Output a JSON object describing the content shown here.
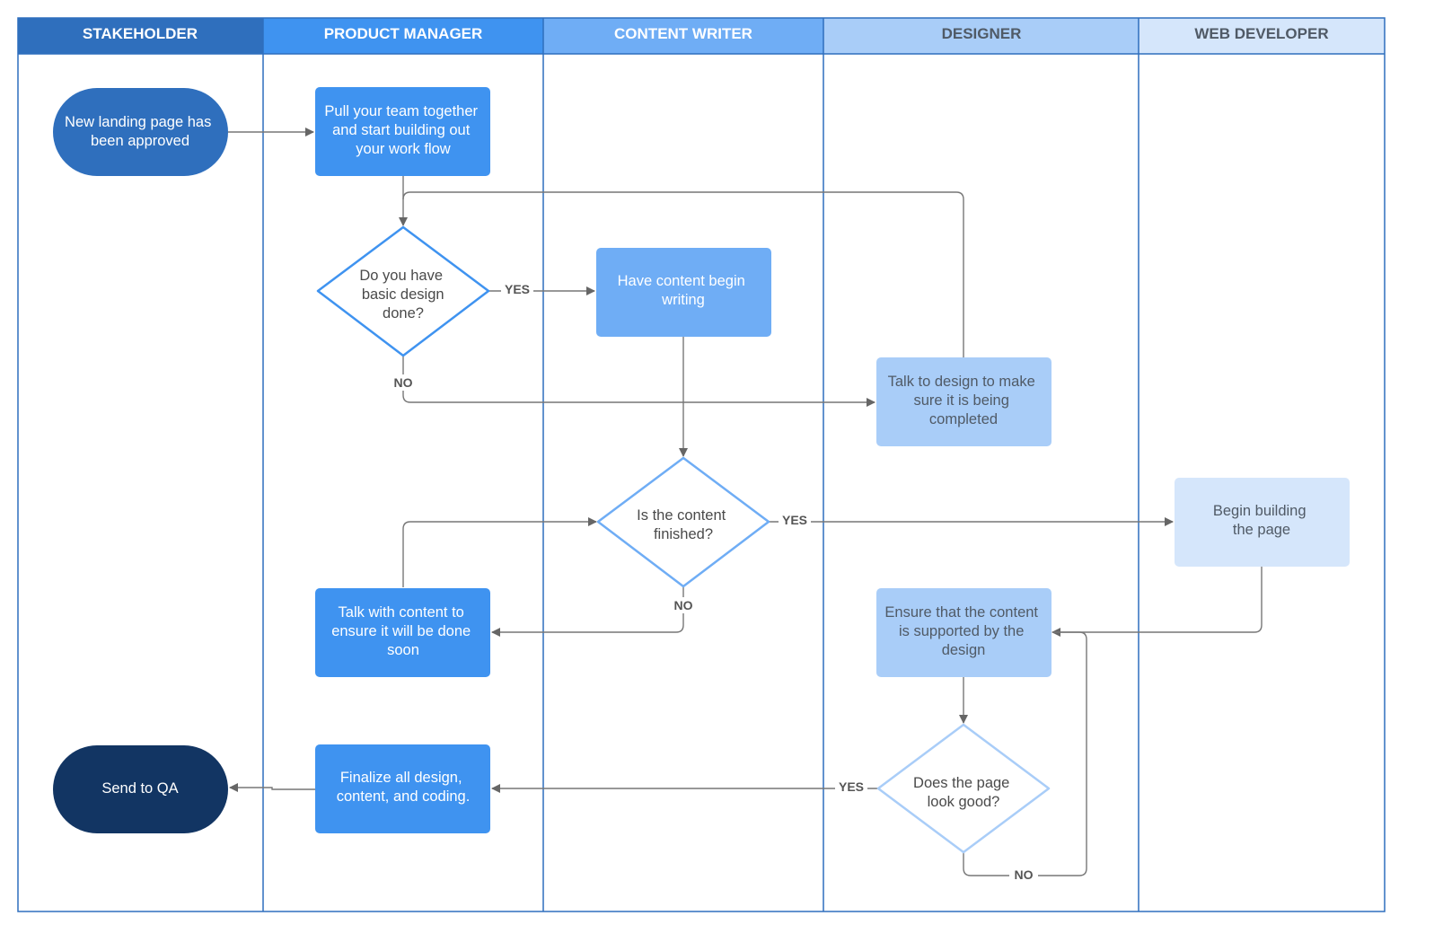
{
  "lanes": [
    {
      "title": "STAKEHOLDER",
      "color": "#2f6fbd",
      "text_color": "#ffffff"
    },
    {
      "title": "PRODUCT MANAGER",
      "color": "#3f93f0",
      "text_color": "#ffffff"
    },
    {
      "title": "CONTENT WRITER",
      "color": "#6fadf5",
      "text_color": "#ffffff"
    },
    {
      "title": "DESIGNER",
      "color": "#a9cdf8",
      "text_color": "#505a66"
    },
    {
      "title": "WEB DEVELOPER",
      "color": "#d5e6fb",
      "text_color": "#505a66"
    }
  ],
  "nodes": {
    "approved": [
      "New landing page has",
      "been approved"
    ],
    "pull_team": [
      "Pull your team together",
      "and start building out",
      "your work flow"
    ],
    "design_done": [
      "Do you have",
      "basic design",
      "done?"
    ],
    "content_writing": [
      "Have content begin",
      "writing"
    ],
    "talk_design": [
      "Talk to design to make",
      "sure it is being",
      "completed"
    ],
    "content_finished": [
      "Is the content",
      "finished?"
    ],
    "begin_building": [
      "Begin building",
      "the page"
    ],
    "talk_content": [
      "Talk with content to",
      "ensure it will be done",
      "soon"
    ],
    "ensure_supported": [
      "Ensure that the content",
      "is supported by the",
      "design"
    ],
    "page_good": [
      "Does the page",
      "look good?"
    ],
    "finalize": [
      "Finalize all design,",
      "content, and coding."
    ],
    "send_qa": [
      "Send to QA"
    ]
  },
  "edge_labels": {
    "yes": "YES",
    "no": "NO"
  },
  "colors": {
    "lane_border": "#2f6fbd",
    "dark_node": "#2f6fbd",
    "pm_node": "#3f93f0",
    "cw_node": "#6fadf5",
    "designer_node": "#a9cdf8",
    "dev_node": "#d5e6fb",
    "qa_node": "#123563",
    "edge": "#777777"
  }
}
